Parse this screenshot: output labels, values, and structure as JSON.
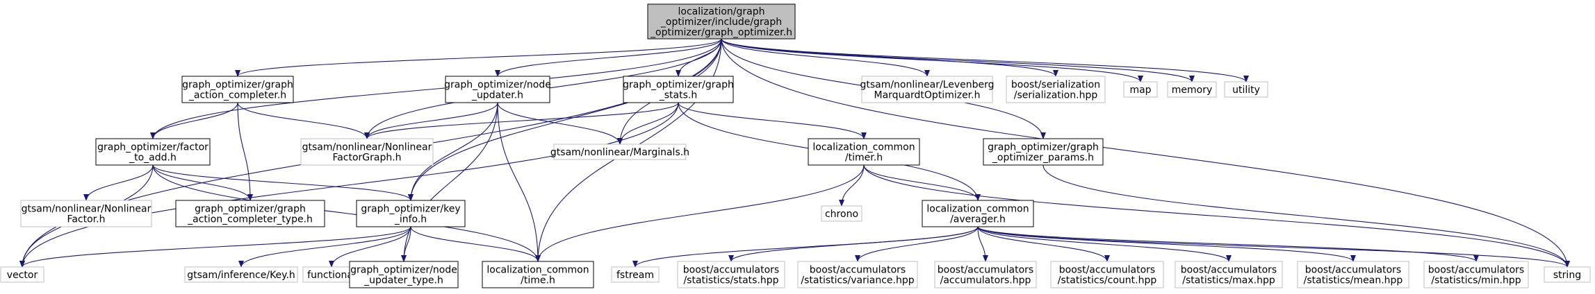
{
  "colors": {
    "edge": "#191970",
    "root_fill": "#bfbfbf",
    "root_stroke": "#000000",
    "local_stroke": "#000000",
    "external_stroke": "#bfbfbf",
    "fill": "#ffffff"
  },
  "nodes": {
    "root": {
      "lines": [
        "localization/graph",
        "_optimizer/include/graph",
        "_optimizer/graph_optimizer.h"
      ]
    },
    "action_completer": {
      "lines": [
        "graph_optimizer/graph",
        "_action_completer.h"
      ]
    },
    "node_updater": {
      "lines": [
        "graph_optimizer/node",
        "_updater.h"
      ]
    },
    "graph_stats": {
      "lines": [
        "graph_optimizer/graph",
        "_stats.h"
      ]
    },
    "levenberg": {
      "lines": [
        "gtsam/nonlinear/Levenberg",
        "MarquardtOptimizer.h"
      ]
    },
    "boost_serialization": {
      "lines": [
        "boost/serialization",
        "/serialization.hpp"
      ]
    },
    "map": {
      "lines": [
        "map"
      ]
    },
    "memory": {
      "lines": [
        "memory"
      ]
    },
    "utility": {
      "lines": [
        "utility"
      ]
    },
    "factor_to_add": {
      "lines": [
        "graph_optimizer/factor",
        "_to_add.h"
      ]
    },
    "nonlinear_factor_graph": {
      "lines": [
        "gtsam/nonlinear/Nonlinear",
        "FactorGraph.h"
      ]
    },
    "marginals": {
      "lines": [
        "gtsam/nonlinear/Marginals.h"
      ]
    },
    "timer": {
      "lines": [
        "localization_common",
        "/timer.h"
      ]
    },
    "optimizer_params": {
      "lines": [
        "graph_optimizer/graph",
        "_optimizer_params.h"
      ]
    },
    "nonlinear_factor": {
      "lines": [
        "gtsam/nonlinear/Nonlinear",
        "Factor.h"
      ]
    },
    "action_completer_type": {
      "lines": [
        "graph_optimizer/graph",
        "_action_completer_type.h"
      ]
    },
    "key_info": {
      "lines": [
        "graph_optimizer/key",
        "_info.h"
      ]
    },
    "chrono": {
      "lines": [
        "chrono"
      ]
    },
    "averager": {
      "lines": [
        "localization_common",
        "/averager.h"
      ]
    },
    "vector": {
      "lines": [
        "vector"
      ]
    },
    "gtsam_key": {
      "lines": [
        "gtsam/inference/Key.h"
      ]
    },
    "functional": {
      "lines": [
        "functional"
      ]
    },
    "node_updater_type": {
      "lines": [
        "graph_optimizer/node",
        "_updater_type.h"
      ]
    },
    "time": {
      "lines": [
        "localization_common",
        "/time.h"
      ]
    },
    "fstream": {
      "lines": [
        "fstream"
      ]
    },
    "stats_hpp": {
      "lines": [
        "boost/accumulators",
        "/statistics/stats.hpp"
      ]
    },
    "variance_hpp": {
      "lines": [
        "boost/accumulators",
        "/statistics/variance.hpp"
      ]
    },
    "accumulators_hpp": {
      "lines": [
        "boost/accumulators",
        "/accumulators.hpp"
      ]
    },
    "count_hpp": {
      "lines": [
        "boost/accumulators",
        "/statistics/count.hpp"
      ]
    },
    "max_hpp": {
      "lines": [
        "boost/accumulators",
        "/statistics/max.hpp"
      ]
    },
    "mean_hpp": {
      "lines": [
        "boost/accumulators",
        "/statistics/mean.hpp"
      ]
    },
    "min_hpp": {
      "lines": [
        "boost/accumulators",
        "/statistics/min.hpp"
      ]
    },
    "string": {
      "lines": [
        "string"
      ]
    }
  }
}
